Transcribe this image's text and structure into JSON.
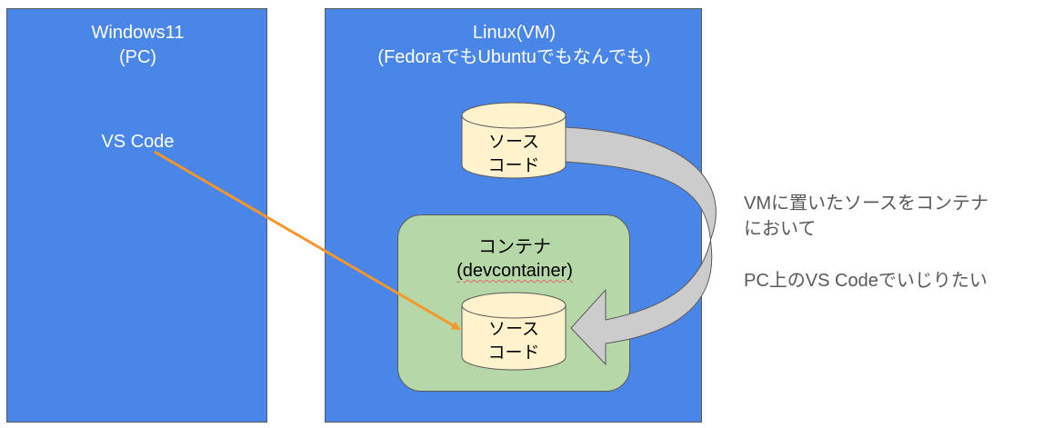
{
  "pc_panel": {
    "title_line1": "Windows11",
    "title_line2": "(PC)",
    "vscode_label": "VS Code"
  },
  "vm_panel": {
    "title_line1": "Linux(VM)",
    "title_line2": "(FedoraでもUbuntuでもなんでも)"
  },
  "source_cylinder_vm": {
    "line1": "ソース",
    "line2": "コード"
  },
  "container": {
    "title": "コンテナ",
    "subtitle": "(devcontainer)"
  },
  "source_cylinder_container": {
    "line1": "ソース",
    "line2": "コード"
  },
  "notes": {
    "line1": "VMに置いたソースをコンテナ",
    "line2": "において",
    "line3": "PC上のVS Codeでいじりたい"
  },
  "colors": {
    "panel_blue": "#4a86e8",
    "container_green": "#b6d7a8",
    "cylinder_fill": "#fff2cc",
    "arrow_orange": "#f6962b",
    "curved_arrow_gray": "#cccccc"
  }
}
